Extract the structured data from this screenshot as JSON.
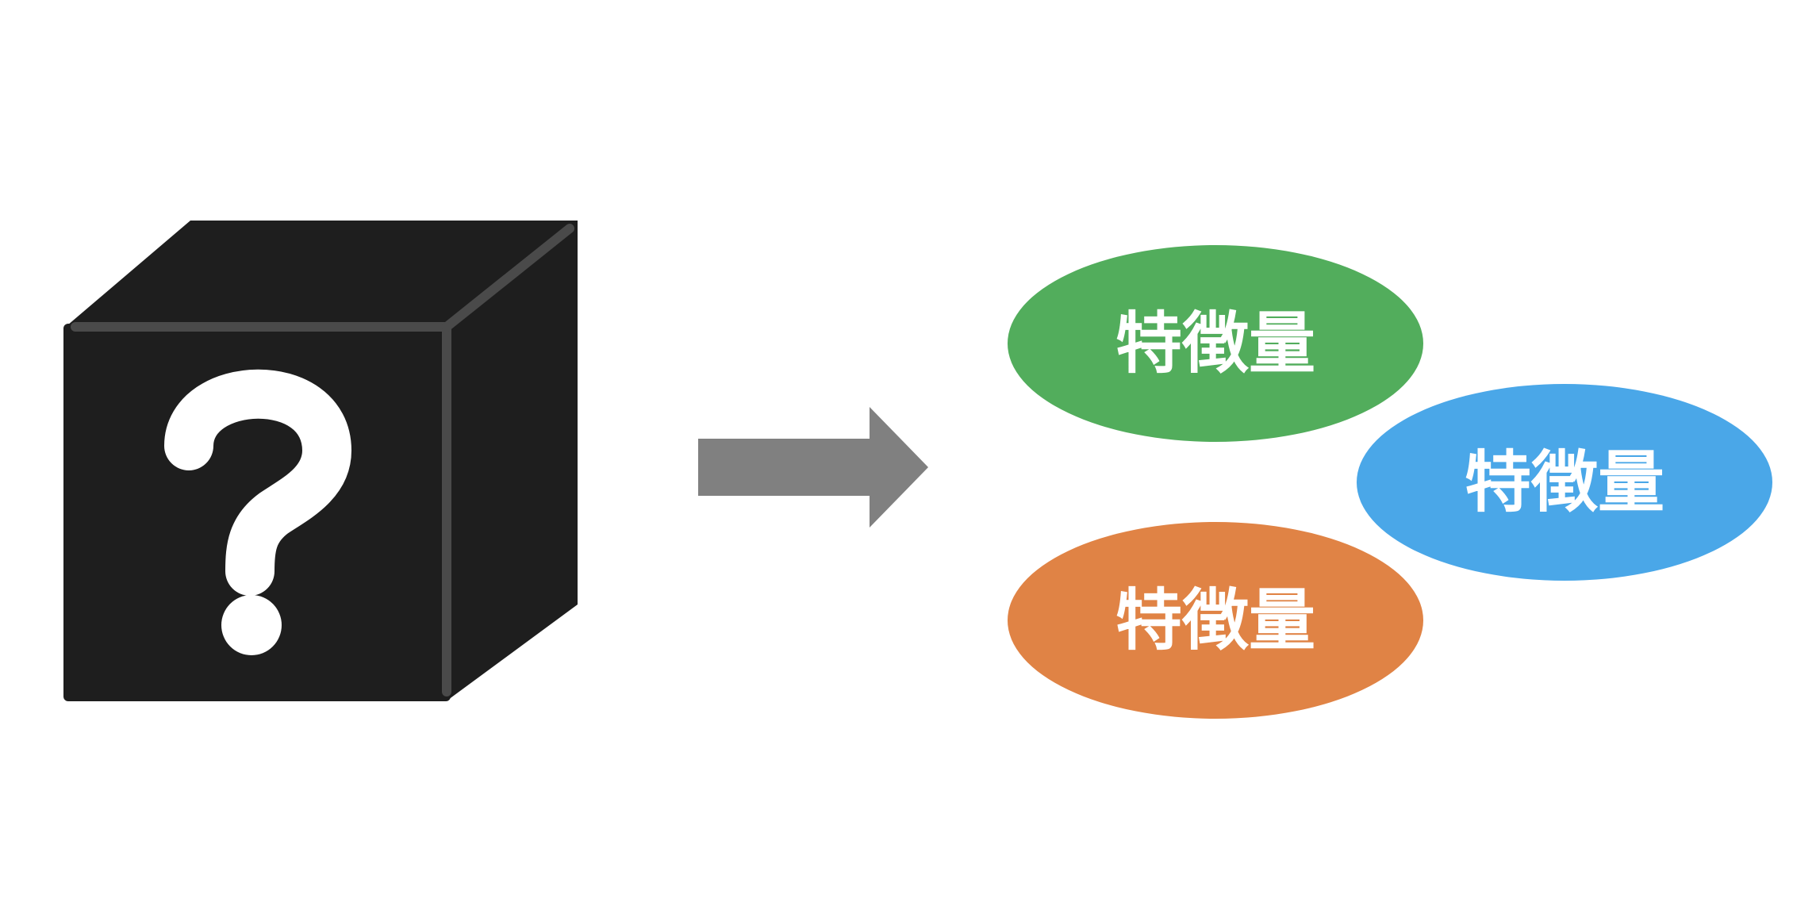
{
  "diagram": {
    "black_box": {
      "icon": "question-box-icon",
      "color": "#1e1e1e",
      "symbol": "?"
    },
    "arrow": {
      "icon": "right-arrow-icon",
      "color": "#808080"
    },
    "features": [
      {
        "label": "特徴量",
        "color": "#52ad5c"
      },
      {
        "label": "特徴量",
        "color": "#4aa7e8"
      },
      {
        "label": "特徴量",
        "color": "#e08345"
      }
    ]
  }
}
